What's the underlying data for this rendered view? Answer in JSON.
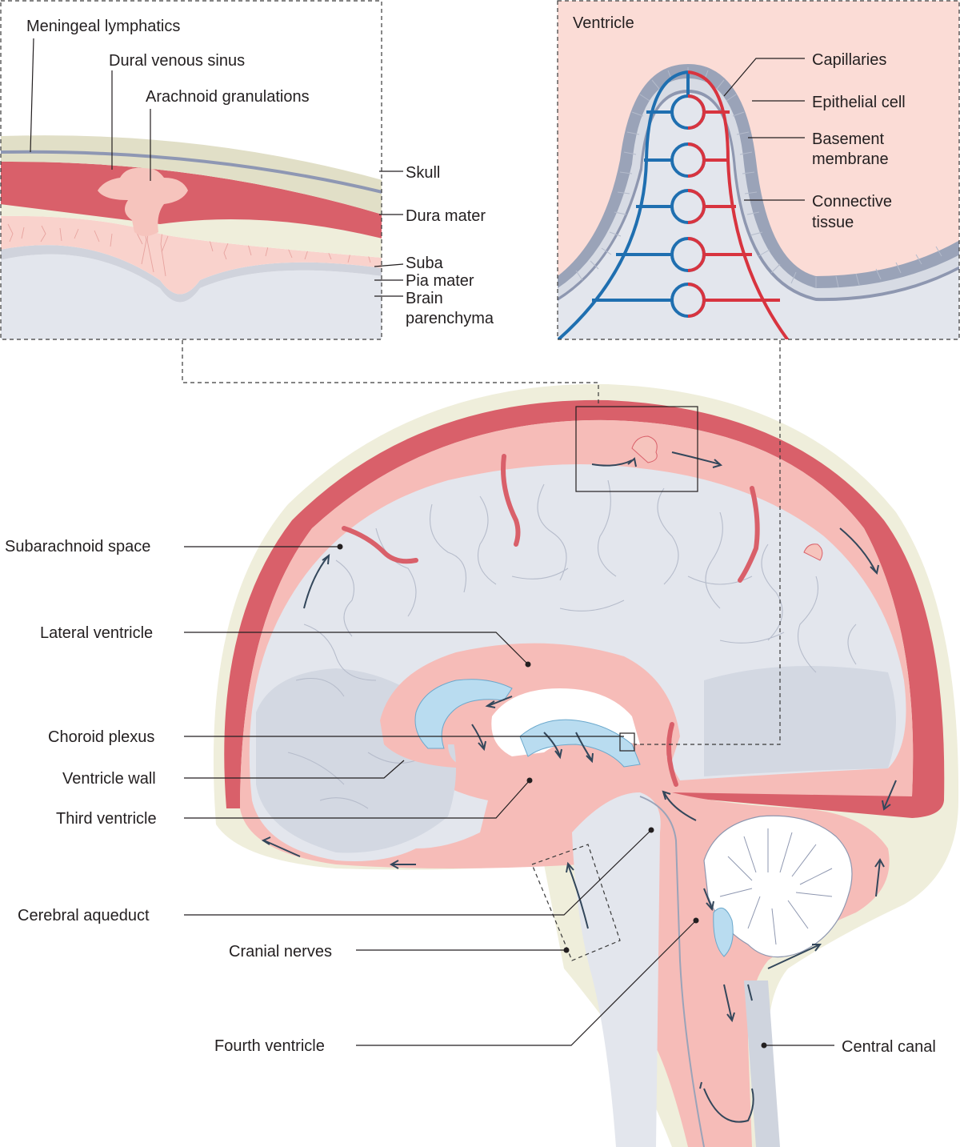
{
  "inset_left": {
    "labels": {
      "meningeal_lymphatics": "Meningeal lymphatics",
      "dural_venous_sinus": "Dural venous sinus",
      "arachnoid_granulations": "Arachnoid granulations",
      "skull": "Skull",
      "dura_mater": "Dura mater",
      "suba": "Suba",
      "pia_mater": "Pia mater",
      "brain_line1": "Brain",
      "brain_line2": "parenchyma"
    }
  },
  "inset_right": {
    "labels": {
      "ventricle": "Ventricle",
      "capillaries": "Capillaries",
      "epithelial_cell": "Epithelial cell",
      "basement_line1": "Basement",
      "basement_line2": "membrane",
      "connective_line1": "Connective",
      "connective_line2": "tissue"
    }
  },
  "main": {
    "labels": {
      "subarachnoid_space": "Subarachnoid space",
      "lateral_ventricle": "Lateral ventricle",
      "choroid_plexus": "Choroid plexus",
      "ventricle_wall": "Ventricle wall",
      "third_ventricle": "Third ventricle",
      "cerebral_aqueduct": "Cerebral aqueduct",
      "cranial_nerves": "Cranial nerves",
      "fourth_ventricle": "Fourth ventricle",
      "central_canal": "Central canal"
    }
  },
  "colors": {
    "skull": "#efeedb",
    "dura": "#d9606a",
    "csf_space": "#f6bcb8",
    "brain": "#e3e6ed",
    "choroid": "#b9dcf0",
    "vein_blue": "#1f6fb0",
    "artery_red": "#d8343f",
    "inset_bg": "#fbdcd6"
  }
}
